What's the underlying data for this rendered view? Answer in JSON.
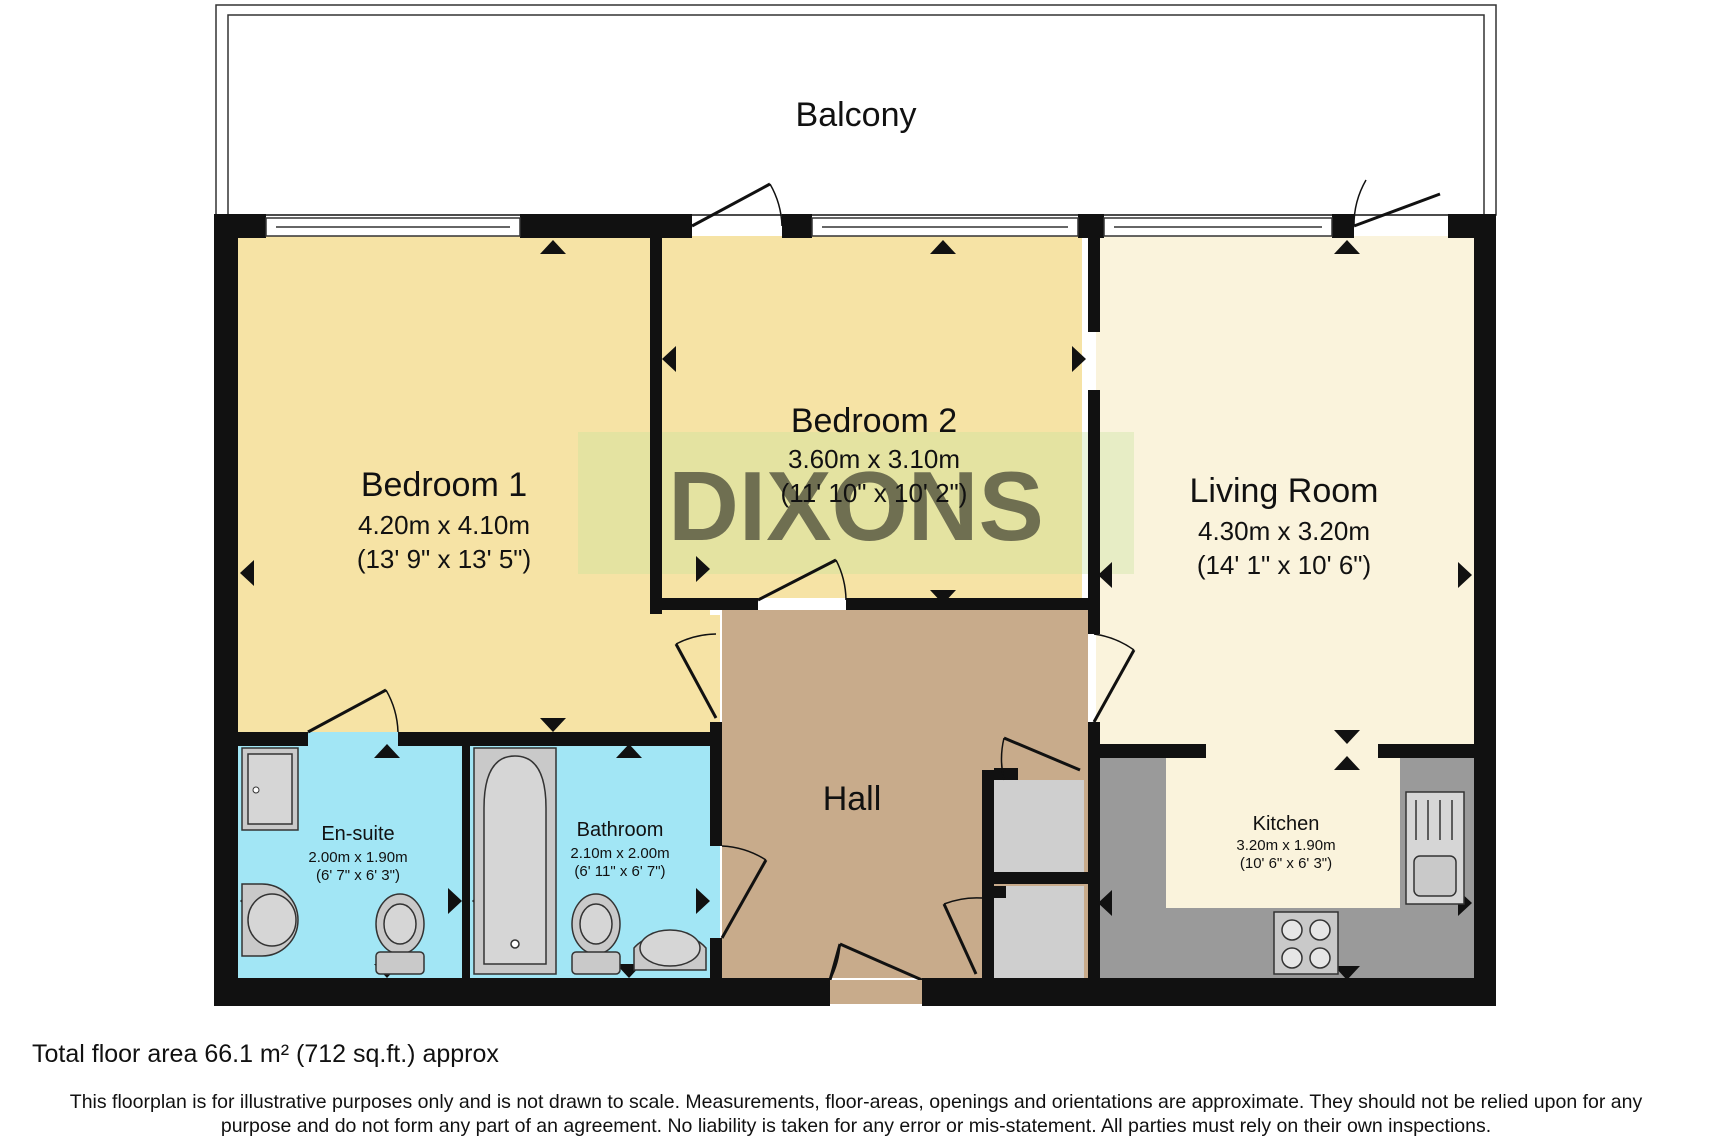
{
  "balcony": {
    "label": "Balcony"
  },
  "watermark": {
    "text": "DIXONS"
  },
  "rooms": {
    "bedroom1": {
      "name": "Bedroom 1",
      "metric": "4.20m x 4.10m",
      "imperial": "(13' 9\" x 13' 5\")",
      "color": "#f6e3a5"
    },
    "bedroom2": {
      "name": "Bedroom 2",
      "metric": "3.60m x 3.10m",
      "imperial": "(11' 10\" x 10' 2\")",
      "color": "#f6e3a5"
    },
    "living": {
      "name": "Living Room",
      "metric": "4.30m x 3.20m",
      "imperial": "(14' 1\" x 10' 6\")",
      "color": "#faf3dc"
    },
    "ensuite": {
      "name": "En-suite",
      "metric": "2.00m x 1.90m",
      "imperial": "(6' 7\" x 6' 3\")",
      "color": "#a2e6f5"
    },
    "bathroom": {
      "name": "Bathroom",
      "metric": "2.10m x 2.00m",
      "imperial": "(6' 11\" x 6' 7\")",
      "color": "#a2e6f5"
    },
    "hall": {
      "name": "Hall",
      "color": "#c8ab8b"
    },
    "kitchen": {
      "name": "Kitchen",
      "metric": "3.20m x 1.90m",
      "imperial": "(10' 6\" x 6' 3\")",
      "color": "#faf3dc",
      "counter_color": "#9a9a9a"
    }
  },
  "footer": {
    "total_area": "Total floor area 66.1 m² (712 sq.ft.) approx",
    "disclaimer_line1": "This floorplan is for illustrative purposes only and is not drawn to scale. Measurements, floor-areas, openings and orientations are approximate. They should not be relied upon for any",
    "disclaimer_line2": "purpose and do not form any part of an agreement. No liability is taken for any error or mis-statement. All parties must rely on their own inspections."
  },
  "colors": {
    "wall": "#111111",
    "fixture": "#c9c9c9",
    "cupboard": "#cfcfcf"
  }
}
